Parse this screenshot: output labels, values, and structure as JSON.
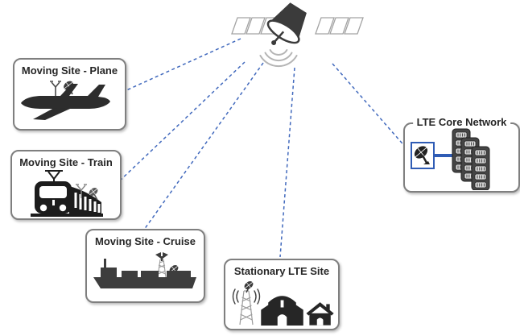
{
  "diagram": {
    "satellite": {
      "name": "communication satellite"
    },
    "sites": {
      "plane": {
        "title": "Moving Site - Plane"
      },
      "train": {
        "title": "Moving Site - Train"
      },
      "cruise": {
        "title": "Moving Site - Cruise"
      },
      "stationary": {
        "title": "Stationary LTE Site"
      },
      "core": {
        "title": "LTE Core Network"
      }
    },
    "links": [
      {
        "from": "satellite",
        "to": "plane",
        "style": "dashed-blue"
      },
      {
        "from": "satellite",
        "to": "train",
        "style": "dashed-blue"
      },
      {
        "from": "satellite",
        "to": "cruise",
        "style": "dashed-blue"
      },
      {
        "from": "satellite",
        "to": "stationary",
        "style": "dashed-blue"
      },
      {
        "from": "satellite",
        "to": "core",
        "style": "dashed-blue"
      },
      {
        "from": "core-dish",
        "to": "core-servers",
        "style": "solid-blue"
      }
    ],
    "colors": {
      "dashed_link": "#4169bd",
      "core_accent_blue": "#2f5cb5",
      "box_border": "#7f7f7f",
      "silhouette_dark": "#2d2d2d",
      "tower_gray": "#9c9c9c",
      "solar_panel_outline": "#a3a3a3",
      "signal_wave_gray": "#b5b5b5"
    }
  }
}
